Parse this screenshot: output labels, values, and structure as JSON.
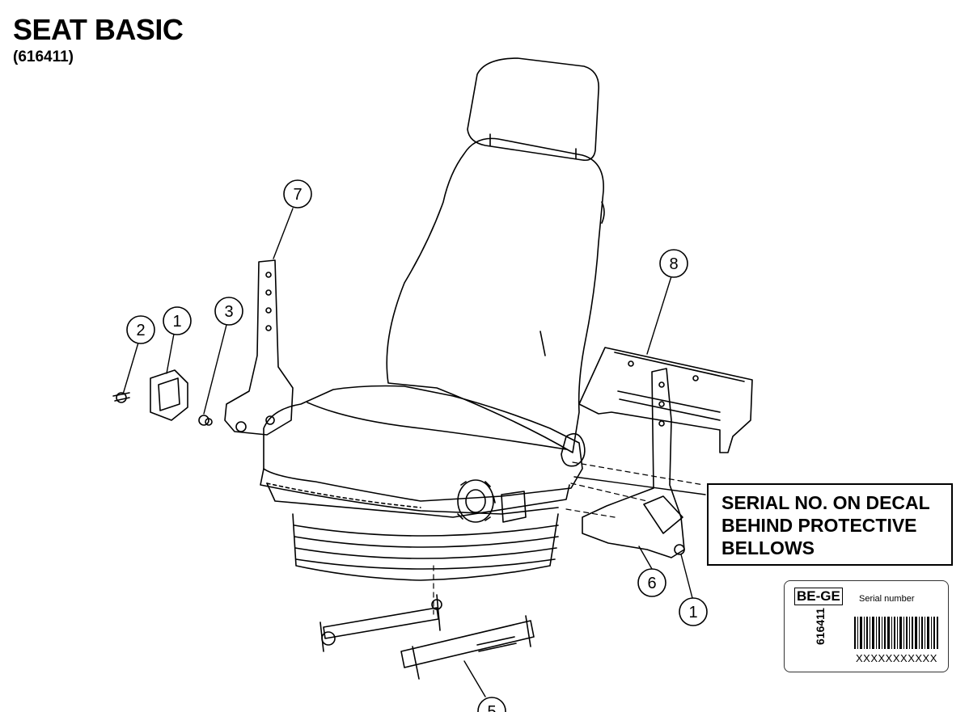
{
  "title": "SEAT BASIC",
  "subtitle": "(616411)",
  "callouts": [
    "7",
    "2",
    "1",
    "3",
    "8",
    "6",
    "1",
    "5"
  ],
  "serial_note": {
    "lines": [
      "SERIAL NO. ON DECAL",
      "BEHIND PROTECTIVE",
      "BELLOWS"
    ]
  },
  "decal": {
    "brand": "BE-GE",
    "serial_label": "Serial number",
    "part_number": "616411",
    "serial_value": "XXXXXXXXXXX"
  }
}
